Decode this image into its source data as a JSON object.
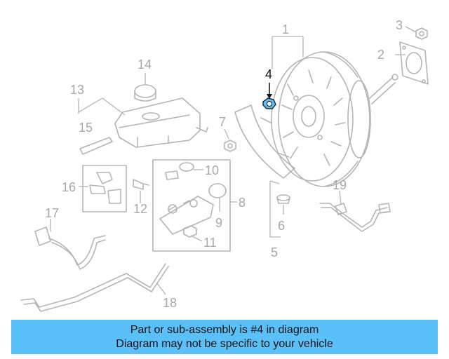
{
  "callouts": {
    "c1": "1",
    "c2": "2",
    "c3": "3",
    "c4": "4",
    "c5": "5",
    "c6": "6",
    "c7": "7",
    "c8": "8",
    "c9": "9",
    "c10": "10",
    "c11": "11",
    "c12": "12",
    "c13": "13",
    "c14": "14",
    "c15": "15",
    "c16": "16",
    "c17": "17",
    "c18": "18",
    "c19": "19"
  },
  "highlight_color": "#5bc0f8",
  "banner": {
    "line1": "Part or sub-assembly is #4 in diagram",
    "line2": "Diagram may not be specific to your vehicle"
  }
}
